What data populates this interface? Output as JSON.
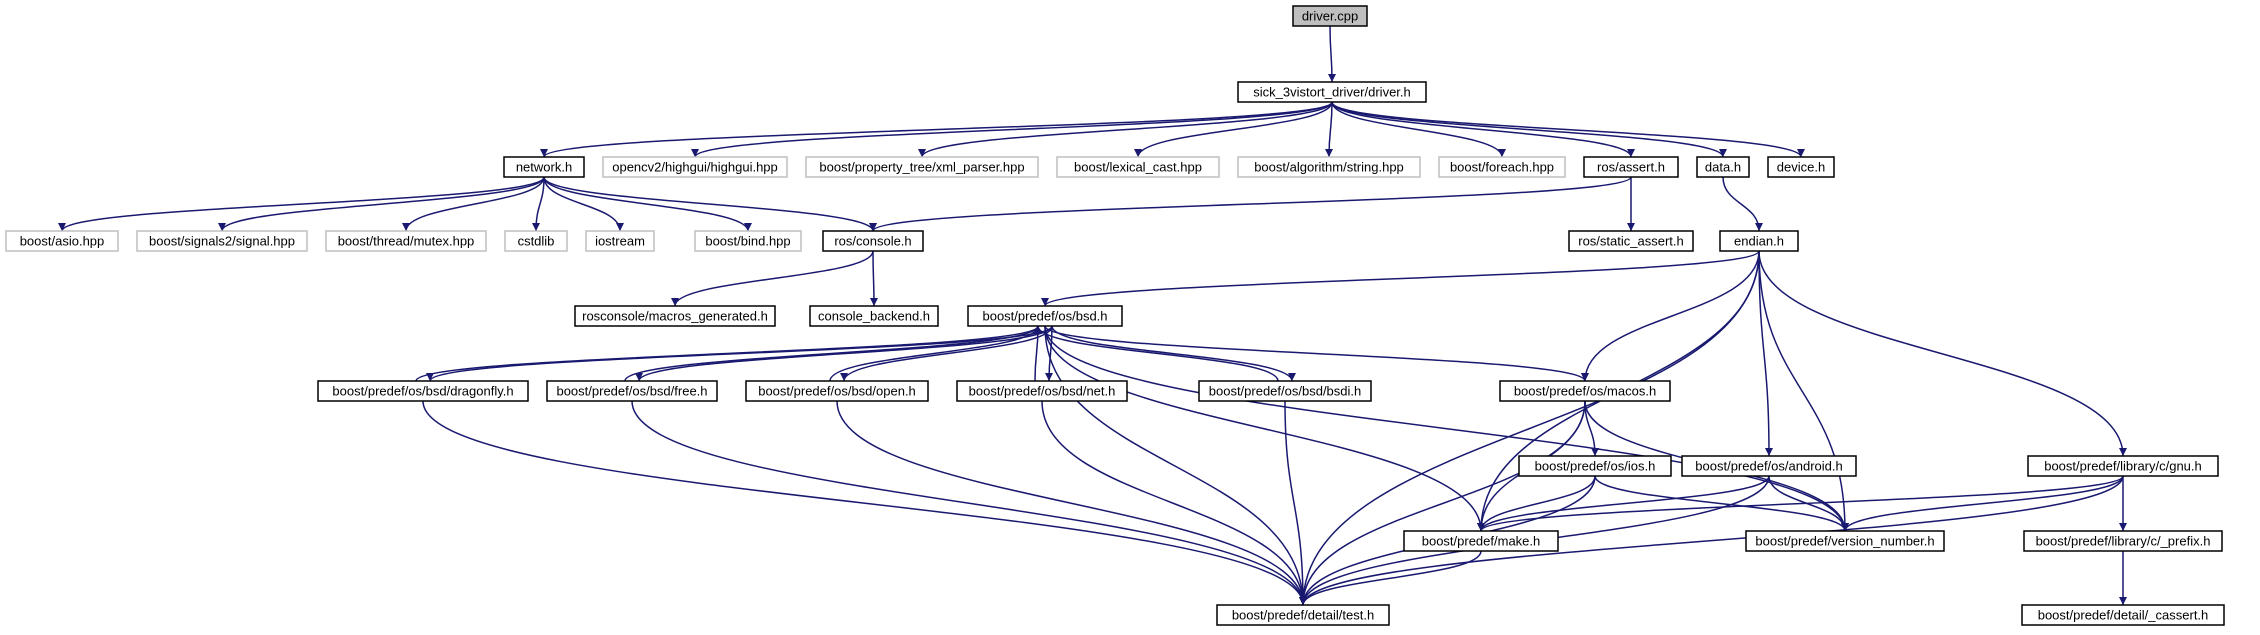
{
  "colors": {
    "edge": "#191970",
    "node_border": "#000000",
    "external_border": "#bfbfbf",
    "root_fill": "#bfbfbf",
    "node_fill": "#ffffff",
    "text": "#000000",
    "external_text": "#404040"
  },
  "nodes": [
    {
      "id": "driver_cpp",
      "label": "driver.cpp",
      "style": "root"
    },
    {
      "id": "driver_h",
      "label": "sick_3vistort_driver/driver.h",
      "style": "normal"
    },
    {
      "id": "network_h",
      "label": "network.h",
      "style": "normal"
    },
    {
      "id": "highgui_hpp",
      "label": "opencv2/highgui/highgui.hpp",
      "style": "external"
    },
    {
      "id": "xml_parser_hpp",
      "label": "boost/property_tree/xml_parser.hpp",
      "style": "external"
    },
    {
      "id": "lexical_cast_hpp",
      "label": "boost/lexical_cast.hpp",
      "style": "external"
    },
    {
      "id": "string_hpp",
      "label": "boost/algorithm/string.hpp",
      "style": "external"
    },
    {
      "id": "foreach_hpp",
      "label": "boost/foreach.hpp",
      "style": "external"
    },
    {
      "id": "assert_h",
      "label": "ros/assert.h",
      "style": "normal"
    },
    {
      "id": "data_h",
      "label": "data.h",
      "style": "normal"
    },
    {
      "id": "device_h",
      "label": "device.h",
      "style": "normal"
    },
    {
      "id": "asio_hpp",
      "label": "boost/asio.hpp",
      "style": "external"
    },
    {
      "id": "signal_hpp",
      "label": "boost/signals2/signal.hpp",
      "style": "external"
    },
    {
      "id": "mutex_hpp",
      "label": "boost/thread/mutex.hpp",
      "style": "external"
    },
    {
      "id": "cstdlib",
      "label": "cstdlib",
      "style": "external"
    },
    {
      "id": "iostream",
      "label": "iostream",
      "style": "external"
    },
    {
      "id": "bind_hpp",
      "label": "boost/bind.hpp",
      "style": "external"
    },
    {
      "id": "console_h",
      "label": "ros/console.h",
      "style": "normal"
    },
    {
      "id": "static_assert_h",
      "label": "ros/static_assert.h",
      "style": "normal"
    },
    {
      "id": "endian_h",
      "label": "endian.h",
      "style": "normal"
    },
    {
      "id": "macros_generated_h",
      "label": "rosconsole/macros_generated.h",
      "style": "normal"
    },
    {
      "id": "console_backend_h",
      "label": "console_backend.h",
      "style": "normal"
    },
    {
      "id": "bsd_h",
      "label": "boost/predef/os/bsd.h",
      "style": "normal"
    },
    {
      "id": "dragonfly_h",
      "label": "boost/predef/os/bsd/dragonfly.h",
      "style": "normal"
    },
    {
      "id": "free_h",
      "label": "boost/predef/os/bsd/free.h",
      "style": "normal"
    },
    {
      "id": "open_h",
      "label": "boost/predef/os/bsd/open.h",
      "style": "normal"
    },
    {
      "id": "net_h",
      "label": "boost/predef/os/bsd/net.h",
      "style": "normal"
    },
    {
      "id": "bsdi_h",
      "label": "boost/predef/os/bsd/bsdi.h",
      "style": "normal"
    },
    {
      "id": "macos_h",
      "label": "boost/predef/os/macos.h",
      "style": "normal"
    },
    {
      "id": "ios_h",
      "label": "boost/predef/os/ios.h",
      "style": "normal"
    },
    {
      "id": "android_h",
      "label": "boost/predef/os/android.h",
      "style": "normal"
    },
    {
      "id": "gnu_h",
      "label": "boost/predef/library/c/gnu.h",
      "style": "normal"
    },
    {
      "id": "make_h",
      "label": "boost/predef/make.h",
      "style": "normal"
    },
    {
      "id": "version_number_h",
      "label": "boost/predef/version_number.h",
      "style": "normal"
    },
    {
      "id": "prefix_h",
      "label": "boost/predef/library/c/_prefix.h",
      "style": "normal"
    },
    {
      "id": "test_h",
      "label": "boost/predef/detail/test.h",
      "style": "normal"
    },
    {
      "id": "cassert_h",
      "label": "boost/predef/detail/_cassert.h",
      "style": "normal"
    }
  ],
  "edges": [
    [
      "driver_cpp",
      "driver_h"
    ],
    [
      "driver_h",
      "network_h"
    ],
    [
      "driver_h",
      "highgui_hpp"
    ],
    [
      "driver_h",
      "xml_parser_hpp"
    ],
    [
      "driver_h",
      "lexical_cast_hpp"
    ],
    [
      "driver_h",
      "string_hpp"
    ],
    [
      "driver_h",
      "foreach_hpp"
    ],
    [
      "driver_h",
      "assert_h"
    ],
    [
      "driver_h",
      "data_h"
    ],
    [
      "driver_h",
      "device_h"
    ],
    [
      "network_h",
      "asio_hpp"
    ],
    [
      "network_h",
      "signal_hpp"
    ],
    [
      "network_h",
      "mutex_hpp"
    ],
    [
      "network_h",
      "cstdlib"
    ],
    [
      "network_h",
      "iostream"
    ],
    [
      "network_h",
      "bind_hpp"
    ],
    [
      "network_h",
      "console_h"
    ],
    [
      "assert_h",
      "console_h"
    ],
    [
      "assert_h",
      "static_assert_h"
    ],
    [
      "data_h",
      "endian_h"
    ],
    [
      "console_h",
      "macros_generated_h"
    ],
    [
      "console_h",
      "console_backend_h"
    ],
    [
      "endian_h",
      "bsd_h"
    ],
    [
      "endian_h",
      "macos_h"
    ],
    [
      "endian_h",
      "android_h"
    ],
    [
      "endian_h",
      "gnu_h"
    ],
    [
      "endian_h",
      "make_h"
    ],
    [
      "endian_h",
      "version_number_h"
    ],
    [
      "endian_h",
      "test_h"
    ],
    [
      "bsd_h",
      "dragonfly_h"
    ],
    [
      "dragonfly_h",
      "bsd_h"
    ],
    [
      "bsd_h",
      "free_h"
    ],
    [
      "free_h",
      "bsd_h"
    ],
    [
      "bsd_h",
      "open_h"
    ],
    [
      "open_h",
      "bsd_h"
    ],
    [
      "bsd_h",
      "net_h"
    ],
    [
      "net_h",
      "bsd_h"
    ],
    [
      "bsd_h",
      "bsdi_h"
    ],
    [
      "bsdi_h",
      "bsd_h"
    ],
    [
      "bsd_h",
      "macos_h"
    ],
    [
      "bsd_h",
      "make_h"
    ],
    [
      "bsd_h",
      "version_number_h"
    ],
    [
      "bsd_h",
      "test_h"
    ],
    [
      "dragonfly_h",
      "test_h"
    ],
    [
      "free_h",
      "test_h"
    ],
    [
      "open_h",
      "test_h"
    ],
    [
      "net_h",
      "test_h"
    ],
    [
      "bsdi_h",
      "test_h"
    ],
    [
      "macos_h",
      "ios_h"
    ],
    [
      "macos_h",
      "make_h"
    ],
    [
      "macos_h",
      "version_number_h"
    ],
    [
      "macos_h",
      "test_h"
    ],
    [
      "ios_h",
      "make_h"
    ],
    [
      "ios_h",
      "version_number_h"
    ],
    [
      "ios_h",
      "test_h"
    ],
    [
      "android_h",
      "make_h"
    ],
    [
      "android_h",
      "version_number_h"
    ],
    [
      "android_h",
      "test_h"
    ],
    [
      "gnu_h",
      "make_h"
    ],
    [
      "gnu_h",
      "version_number_h"
    ],
    [
      "gnu_h",
      "test_h"
    ],
    [
      "gnu_h",
      "prefix_h"
    ],
    [
      "prefix_h",
      "cassert_h"
    ],
    [
      "make_h",
      "test_h"
    ]
  ]
}
